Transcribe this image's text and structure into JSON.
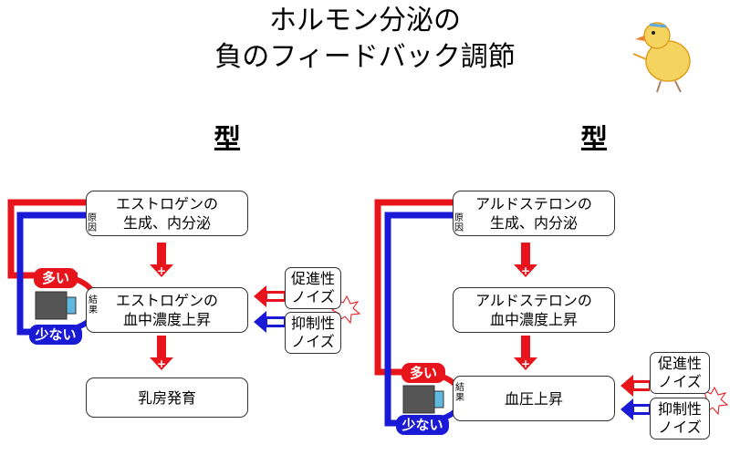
{
  "title": {
    "line1": "ホルモン分泌の",
    "line2": "負のフィードバック調節"
  },
  "left": {
    "kata": "型",
    "source": {
      "line1": "エストロゲンの",
      "line2": "生成、内分泌",
      "side": "原因"
    },
    "level": {
      "line1": "エストロゲンの",
      "line2": "血中濃度上昇",
      "side": "結果"
    },
    "effect": {
      "text": "乳房発育"
    },
    "many": "多い",
    "few": "少ない",
    "noise_promote": {
      "line1": "促進性",
      "line2": "ノイズ"
    },
    "noise_inhibit": {
      "line1": "抑制性",
      "line2": "ノイズ"
    },
    "plus": "+"
  },
  "right": {
    "kata": "型",
    "source": {
      "line1": "アルドステロンの",
      "line2": "生成、内分泌",
      "side": "原因"
    },
    "level": {
      "line1": "アルドステロンの",
      "line2": "血中濃度上昇"
    },
    "effect": {
      "text": "血圧上昇",
      "side": "結果"
    },
    "many": "多い",
    "few": "少ない",
    "noise_promote": {
      "line1": "促進性",
      "line2": "ノイズ"
    },
    "noise_inhibit": {
      "line1": "抑制性",
      "line2": "ノイズ"
    },
    "plus": "+"
  },
  "colors": {
    "red": "#e8141b",
    "blue": "#1a1ad6",
    "gray": "#555555"
  }
}
